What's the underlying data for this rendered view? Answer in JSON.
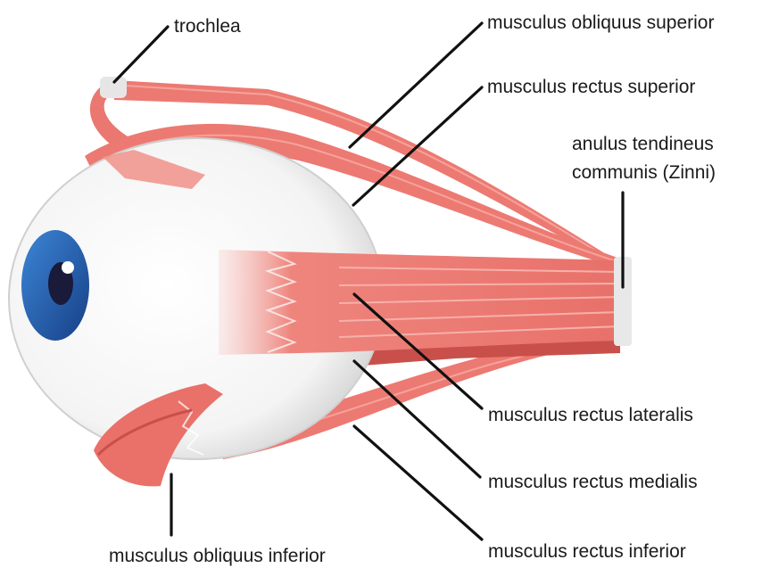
{
  "labels": {
    "trochlea": "trochlea",
    "obliquus_superior": "musculus obliquus superior",
    "rectus_superior": "musculus rectus superior",
    "anulus_line1": "anulus tendineus",
    "anulus_line2": "communis (Zinni)",
    "rectus_lateralis": "musculus rectus lateralis",
    "rectus_medialis": "musculus rectus medialis",
    "obliquus_inferior": "musculus obliquus inferior",
    "rectus_inferior": "musculus rectus inferior"
  },
  "colors": {
    "muscle": "#ec7a72",
    "muscle_light": "#f5a39b",
    "muscle_dark": "#c9504a",
    "tendon": "#ececec",
    "iris": "#1f5fb0",
    "pupil": "#1a1a3a",
    "sclera": "#f7f7f7"
  }
}
